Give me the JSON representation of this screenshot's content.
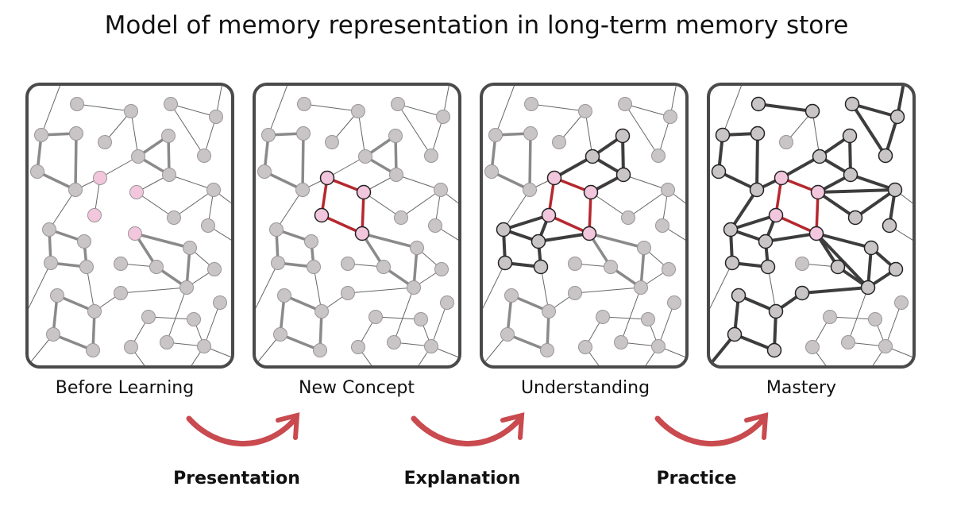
{
  "title": "Model of memory representation in long-term memory store",
  "panels": [
    {
      "label": "Before Learning"
    },
    {
      "label": "New Concept"
    },
    {
      "label": "Understanding"
    },
    {
      "label": "Mastery"
    }
  ],
  "steps": [
    {
      "label": "Presentation"
    },
    {
      "label": "Explanation"
    },
    {
      "label": "Practice"
    }
  ],
  "colors": {
    "node": "#c9c5c6",
    "new_node": "#f2c6dc",
    "new_link": "#b5282e",
    "strong_link": "#3d3d3d",
    "arrow": "#c94a4f"
  }
}
